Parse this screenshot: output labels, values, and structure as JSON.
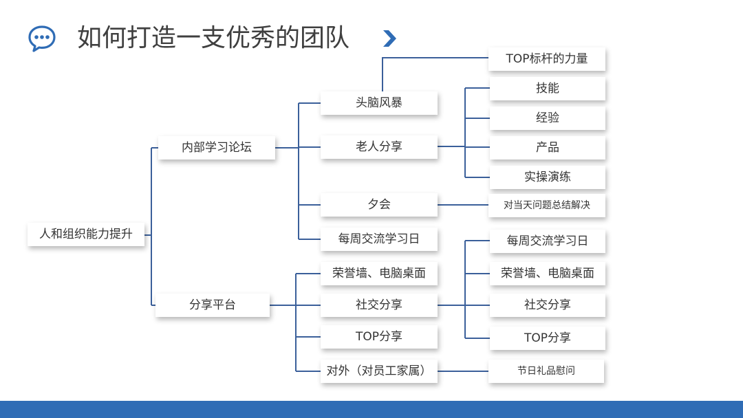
{
  "header": {
    "title": "如何打造一支优秀的团队",
    "accent_color": "#2f6cb5",
    "icon": "chat-bubble-icon",
    "chevron_icon": "chevron-right-icon"
  },
  "diagram": {
    "root": "人和组织能力提升",
    "branches": [
      {
        "label": "内部学习论坛",
        "children": [
          {
            "label": "头脑风暴",
            "details": [
              "TOP标杆的力量"
            ]
          },
          {
            "label": "老人分享",
            "details": [
              "技能",
              "经验",
              "产品",
              "实操演练"
            ]
          },
          {
            "label": "夕会",
            "details": [
              "对当天问题总结解决"
            ]
          },
          {
            "label": "每周交流学习日",
            "details": []
          }
        ]
      },
      {
        "label": "分享平台",
        "children": [
          {
            "label": "荣誉墙、电脑桌面",
            "details": []
          },
          {
            "label": "社交分享",
            "details": [
              "每周交流学习日",
              "荣誉墙、电脑桌面",
              "社交分享",
              "TOP分享"
            ]
          },
          {
            "label": "TOP分享",
            "details": []
          },
          {
            "label": "对外（对员工家属）",
            "details": [
              "节日礼品慰问"
            ]
          }
        ]
      }
    ]
  }
}
